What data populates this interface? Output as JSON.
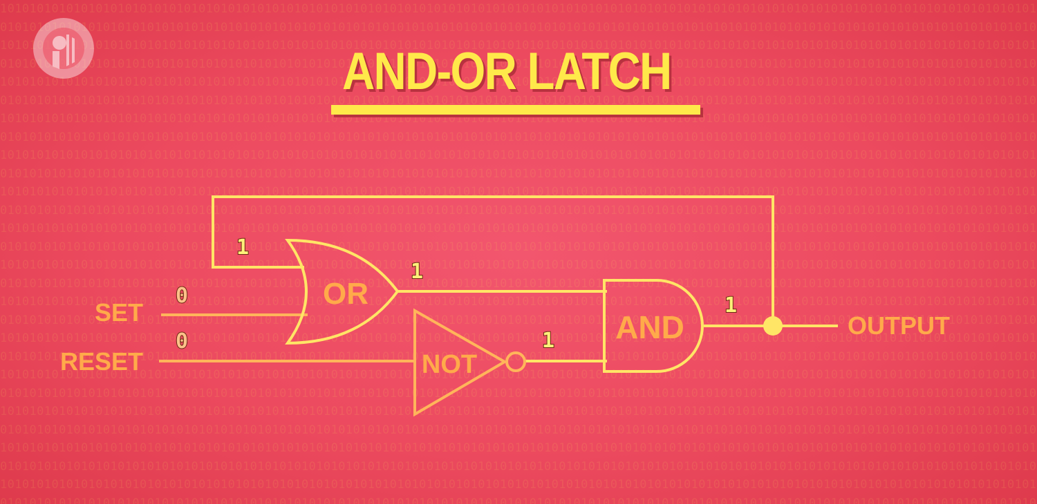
{
  "title": "AND-OR LATCH",
  "logo": {
    "icon": "pbs-logo-icon"
  },
  "gates": {
    "or": "OR",
    "and": "AND",
    "not": "NOT"
  },
  "inputs": {
    "set": "SET",
    "reset": "RESET"
  },
  "output": "OUTPUT",
  "values": {
    "feedback": "1",
    "set": "0",
    "reset": "0",
    "or_out": "1",
    "not_out": "1",
    "and_out": "1"
  },
  "colors": {
    "background": "#ec4a5f",
    "title": "#ffe94a",
    "wire_yellow": "#ffe566",
    "wire_orange": "#ffb55a",
    "label_orange": "#ffaa4a"
  }
}
